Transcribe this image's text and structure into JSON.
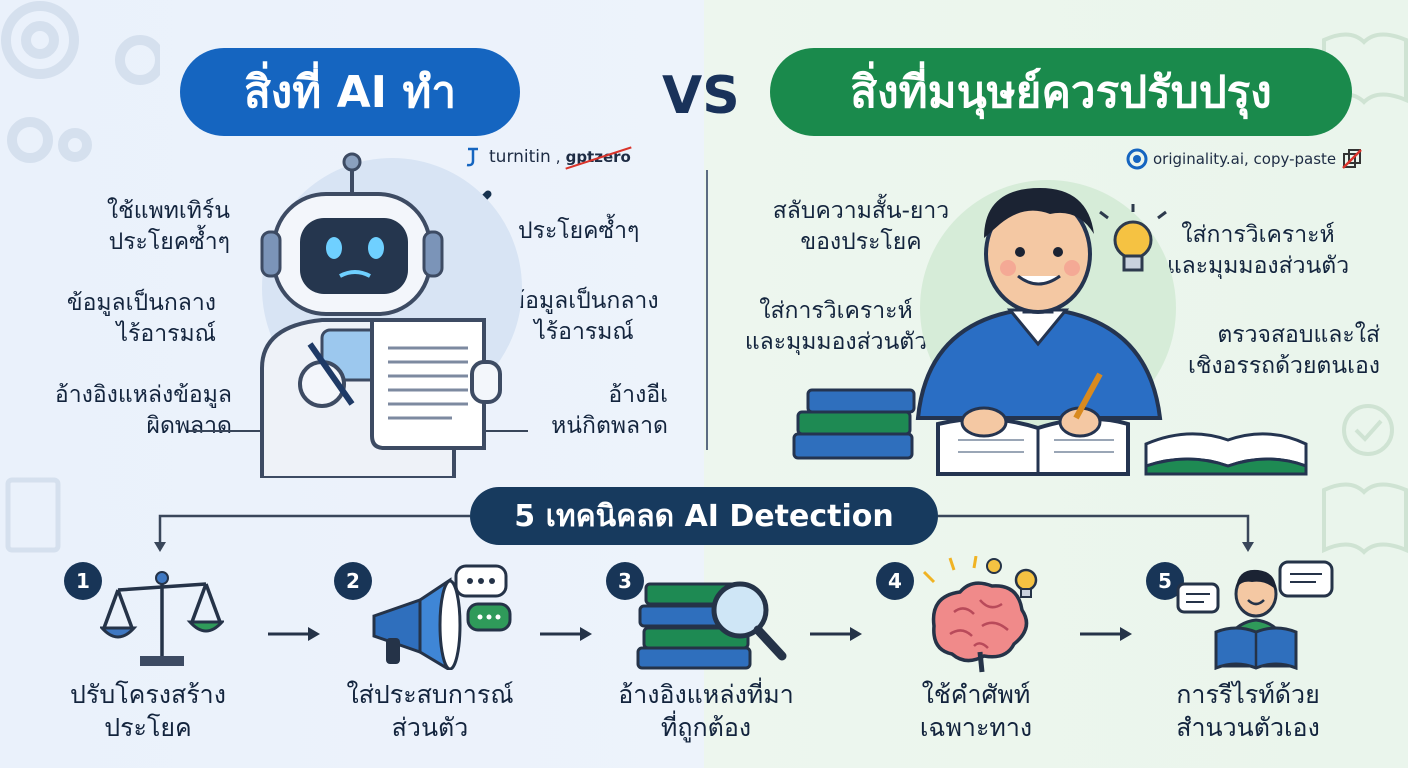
{
  "header": {
    "left_title": "สิ่งที่ AI ทำ",
    "vs": "VS",
    "right_title": "สิ่งที่มนุษย์ควรปรับปรุง"
  },
  "tools": {
    "left_brand": "turnitin",
    "left_sep": ",",
    "left_brand2": "gptzero",
    "right_text": "originality.ai, copy-paste"
  },
  "ai_side": {
    "left_items": [
      "ใช้แพทเทิร์น\nประโยคซ้ำๆ",
      "ข้อมูลเป็นกลาง\nไร้อารมณ์",
      "อ้างอิงแหล่งข้อมูล\nผิดพลาด"
    ],
    "right_items": [
      "ประโยคซ้ำๆ",
      "ข้อมูลเป็นกลาง\nไร้อารมณ์",
      "อ้างอีเ\nหน่กิตพลาด"
    ]
  },
  "human_side": {
    "left_items": [
      "สลับความสั้น-ยาว\nของประโยค",
      "ใส่การวิเคราะห์\nและมุมมองส่วนตัว"
    ],
    "right_items": [
      "ใส่การวิเคราะห์\nและมุมมองส่วนตัว",
      "ตรวจสอบและใส่\nเชิงอรรถด้วยตนเอง"
    ]
  },
  "banner": "5 เทคนิคลด AI Detection",
  "steps": [
    {
      "num": "1",
      "label": "ปรับโครงสร้าง\nประโยค",
      "icon": "scale-icon"
    },
    {
      "num": "2",
      "label": "ใส่ประสบการณ์\nส่วนตัว",
      "icon": "megaphone-icon"
    },
    {
      "num": "3",
      "label": "อ้างอิงแหล่งที่มา\nที่ถูกต้อง",
      "icon": "books-magnifier-icon"
    },
    {
      "num": "4",
      "label": "ใช้คำศัพท์\nเฉพาะทาง",
      "icon": "brain-icon"
    },
    {
      "num": "5",
      "label": "การรีไรท์ด้วย\nสำนวนตัวเอง",
      "icon": "reader-icon"
    }
  ],
  "colors": {
    "ai_blue": "#1565c0",
    "human_green": "#1a8a4c",
    "navy": "#173a5e"
  }
}
